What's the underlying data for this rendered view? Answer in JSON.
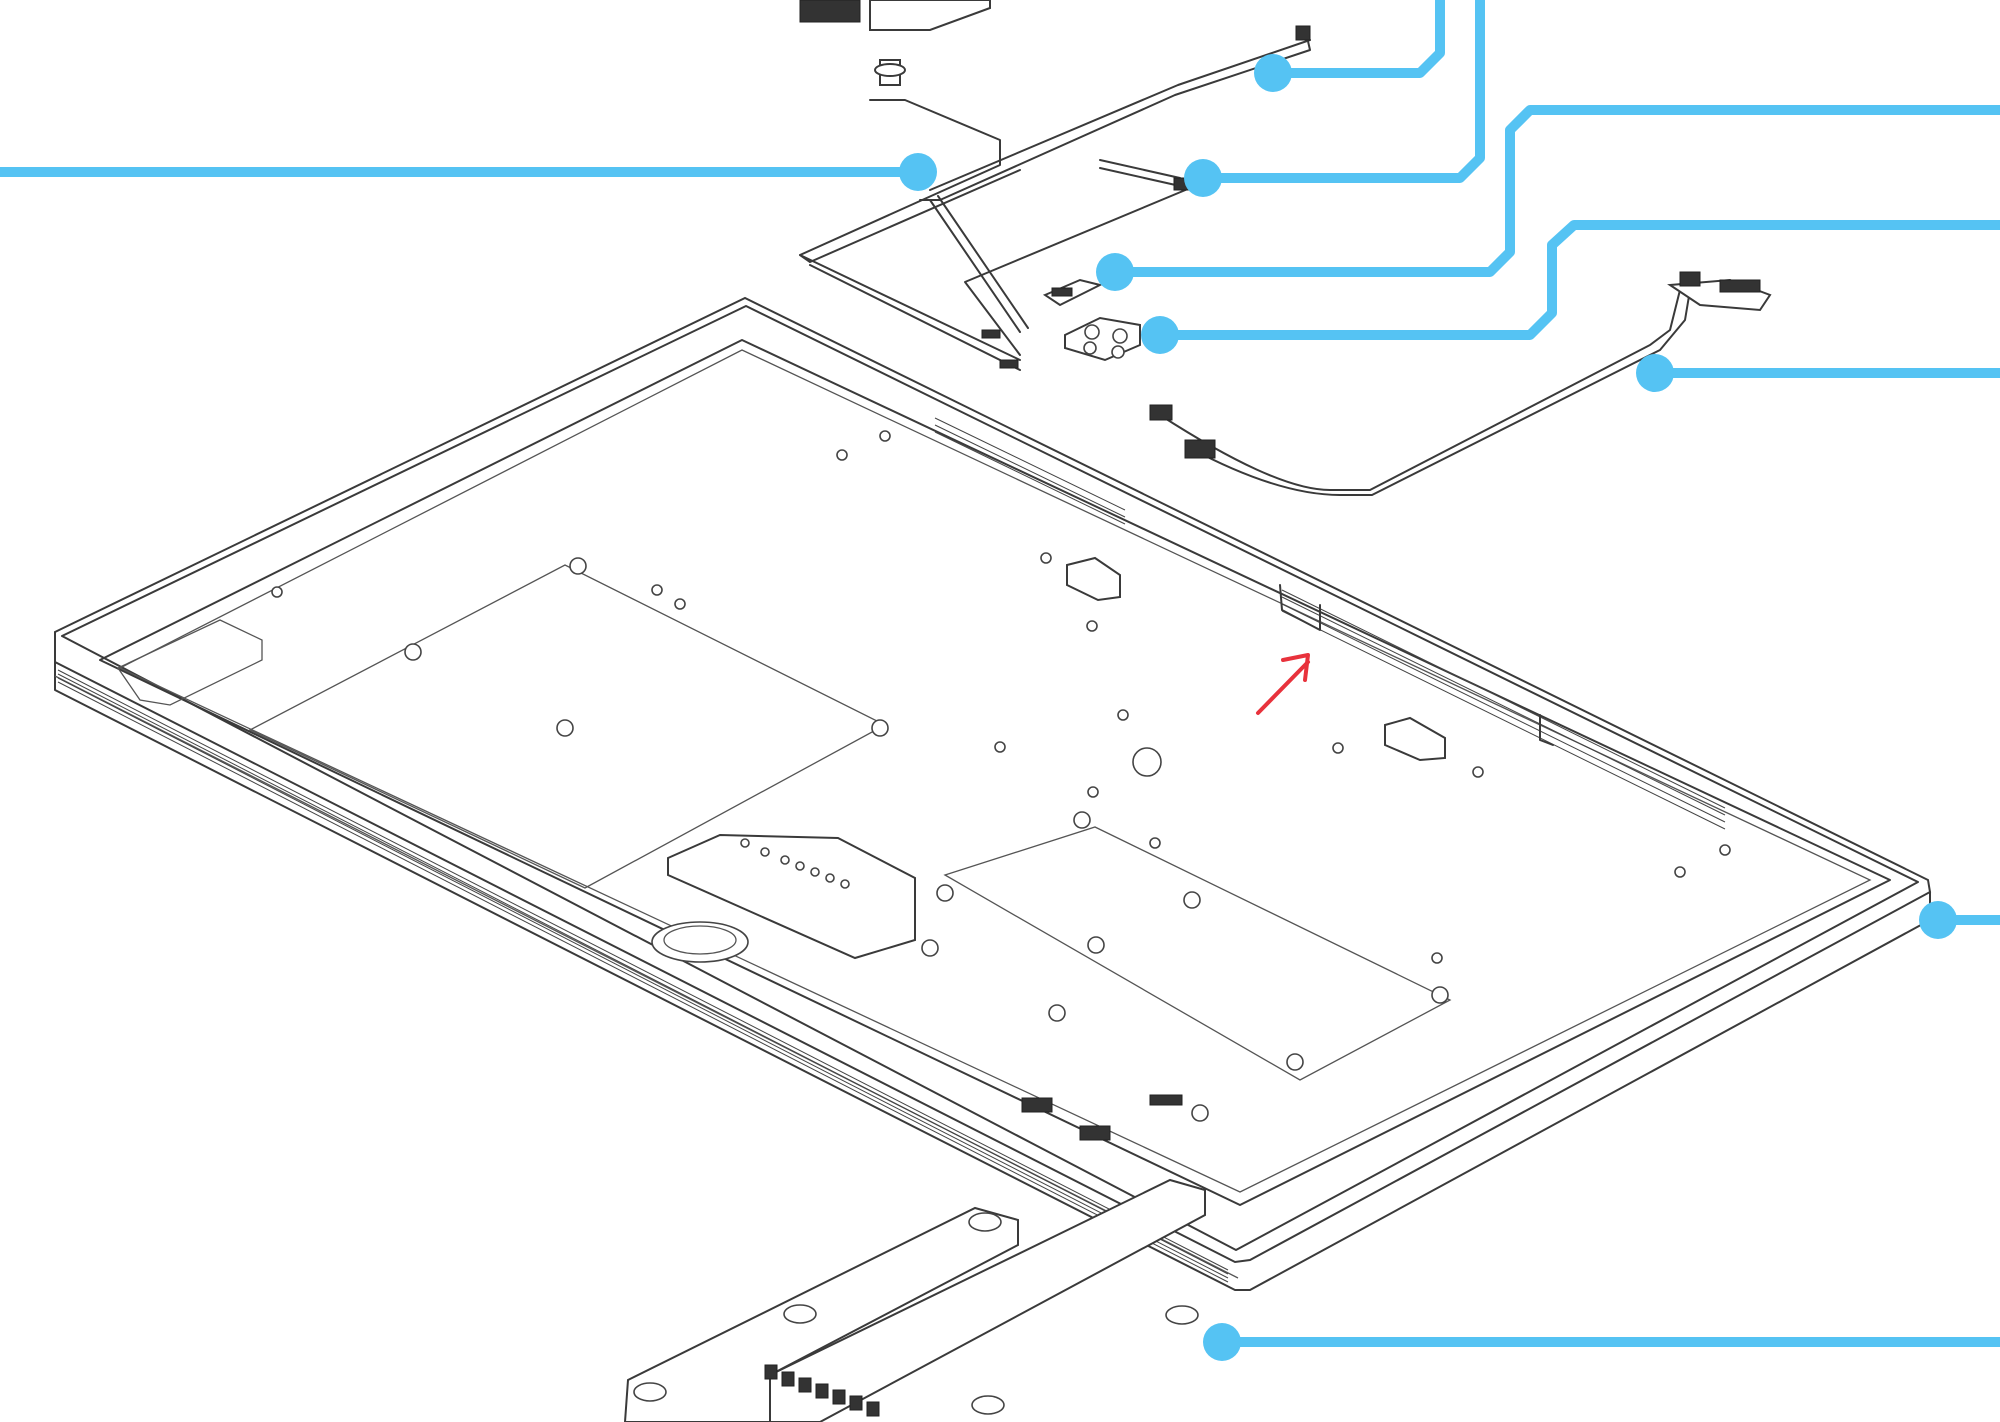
{
  "colors": {
    "leader": "#55c3f3",
    "annotation": "#e8323c",
    "linework": "#3a3a3a",
    "background": "#ffffff"
  },
  "callouts": [
    {
      "id": "callout-left-flex-cable",
      "icon": "leader-dot"
    },
    {
      "id": "callout-top-flex-cable",
      "icon": "leader-dot"
    },
    {
      "id": "callout-middle-flex-cable",
      "icon": "leader-dot"
    },
    {
      "id": "callout-small-connector",
      "icon": "leader-dot"
    },
    {
      "id": "callout-bracket",
      "icon": "leader-dot"
    },
    {
      "id": "callout-antenna-cable",
      "icon": "leader-dot"
    },
    {
      "id": "callout-rear-housing",
      "icon": "leader-dot"
    },
    {
      "id": "callout-stand-bracket",
      "icon": "leader-dot"
    }
  ],
  "annotation": {
    "icon": "red-arrow"
  }
}
